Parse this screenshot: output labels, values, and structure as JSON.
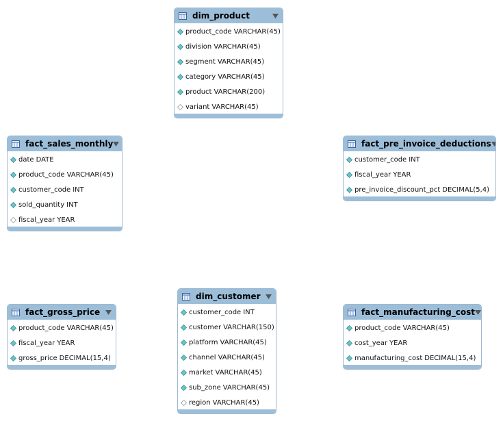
{
  "colors": {
    "header": "#9dbed8",
    "border": "#9fb9d0",
    "diamond_fill": "#6cc4c7"
  },
  "tables": [
    {
      "name": "dim_product",
      "columns": [
        {
          "name": "product_code",
          "type": "VARCHAR(45)",
          "icon": "filled-diamond-icon"
        },
        {
          "name": "division",
          "type": "VARCHAR(45)",
          "icon": "filled-diamond-icon"
        },
        {
          "name": "segment",
          "type": "VARCHAR(45)",
          "icon": "filled-diamond-icon"
        },
        {
          "name": "category",
          "type": "VARCHAR(45)",
          "icon": "filled-diamond-icon"
        },
        {
          "name": "product",
          "type": "VARCHAR(200)",
          "icon": "filled-diamond-icon"
        },
        {
          "name": "variant",
          "type": "VARCHAR(45)",
          "icon": "hollow-diamond-icon"
        }
      ]
    },
    {
      "name": "fact_sales_monthly",
      "columns": [
        {
          "name": "date",
          "type": "DATE",
          "icon": "filled-diamond-icon"
        },
        {
          "name": "product_code",
          "type": "VARCHAR(45)",
          "icon": "filled-diamond-icon"
        },
        {
          "name": "customer_code",
          "type": "INT",
          "icon": "filled-diamond-icon"
        },
        {
          "name": "sold_quantity",
          "type": "INT",
          "icon": "filled-diamond-icon"
        },
        {
          "name": "fiscal_year",
          "type": "YEAR",
          "icon": "hollow-diamond-icon"
        }
      ]
    },
    {
      "name": "fact_pre_invoice_deductions",
      "columns": [
        {
          "name": "customer_code",
          "type": "INT",
          "icon": "filled-diamond-icon"
        },
        {
          "name": "fiscal_year",
          "type": "YEAR",
          "icon": "filled-diamond-icon"
        },
        {
          "name": "pre_invoice_discount_pct",
          "type": "DECIMAL(5,4)",
          "icon": "filled-diamond-icon"
        }
      ]
    },
    {
      "name": "fact_gross_price",
      "columns": [
        {
          "name": "product_code",
          "type": "VARCHAR(45)",
          "icon": "filled-diamond-icon"
        },
        {
          "name": "fiscal_year",
          "type": "YEAR",
          "icon": "filled-diamond-icon"
        },
        {
          "name": "gross_price",
          "type": "DECIMAL(15,4)",
          "icon": "filled-diamond-icon"
        }
      ]
    },
    {
      "name": "dim_customer",
      "columns": [
        {
          "name": "customer_code",
          "type": "INT",
          "icon": "filled-diamond-icon"
        },
        {
          "name": "customer",
          "type": "VARCHAR(150)",
          "icon": "filled-diamond-icon"
        },
        {
          "name": "platform",
          "type": "VARCHAR(45)",
          "icon": "filled-diamond-icon"
        },
        {
          "name": "channel",
          "type": "VARCHAR(45)",
          "icon": "filled-diamond-icon"
        },
        {
          "name": "market",
          "type": "VARCHAR(45)",
          "icon": "filled-diamond-icon"
        },
        {
          "name": "sub_zone",
          "type": "VARCHAR(45)",
          "icon": "filled-diamond-icon"
        },
        {
          "name": "region",
          "type": "VARCHAR(45)",
          "icon": "hollow-diamond-icon"
        }
      ]
    },
    {
      "name": "fact_manufacturing_cost",
      "columns": [
        {
          "name": "product_code",
          "type": "VARCHAR(45)",
          "icon": "filled-diamond-icon"
        },
        {
          "name": "cost_year",
          "type": "YEAR",
          "icon": "filled-diamond-icon"
        },
        {
          "name": "manufacturing_cost",
          "type": "DECIMAL(15,4)",
          "icon": "filled-diamond-icon"
        }
      ]
    }
  ]
}
